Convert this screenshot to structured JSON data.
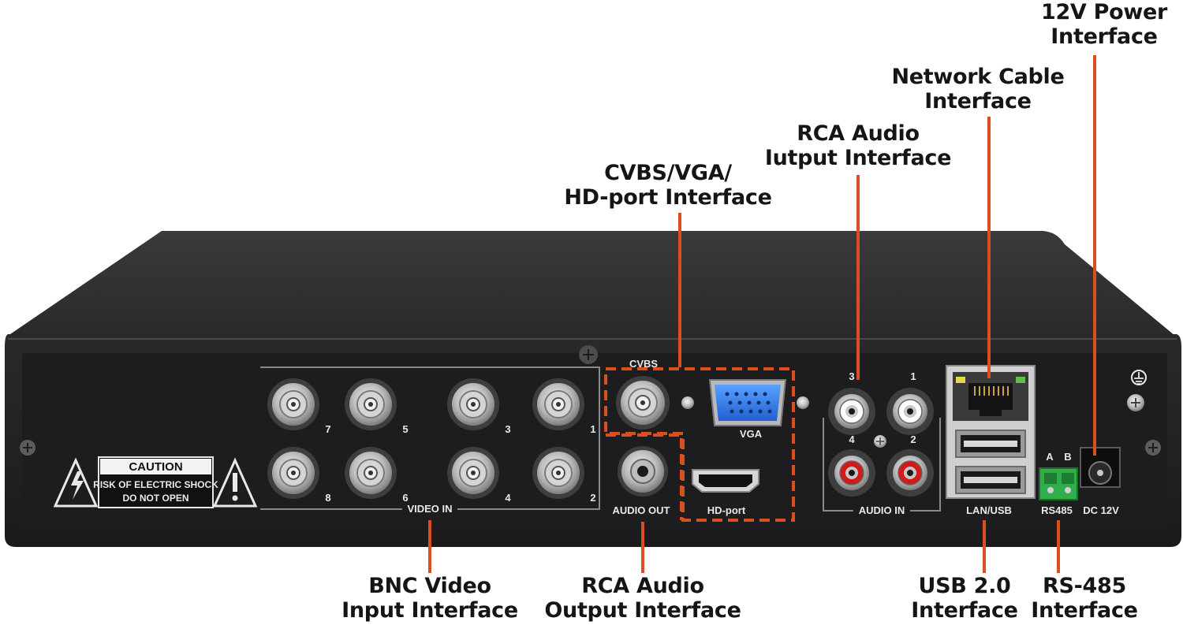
{
  "callouts": {
    "power": [
      "12V Power",
      "Interface"
    ],
    "network": [
      "Network Cable",
      "Interface"
    ],
    "rca_in": [
      "RCA Audio",
      "Iutput Interface"
    ],
    "video_out": [
      "CVBS/VGA/",
      "HD-port Interface"
    ],
    "bnc": [
      "BNC Video",
      "Input Interface"
    ],
    "rca_out": [
      "RCA Audio",
      "Output Interface"
    ],
    "usb": [
      "USB 2.0",
      "Interface"
    ],
    "rs485": [
      "RS-485",
      "Interface"
    ]
  },
  "panel_labels": {
    "cvbs": "CVBS",
    "vga": "VGA",
    "hdport": "HD-port",
    "video_in": "VIDEO IN",
    "audio_out": "AUDIO OUT",
    "audio_in": "AUDIO IN",
    "lan_usb": "LAN/USB",
    "rs485": "RS485",
    "dc": "DC 12V",
    "rs_a": "A",
    "rs_b": "B",
    "bnc_numbers": [
      "7",
      "5",
      "3",
      "1",
      "8",
      "6",
      "4",
      "2"
    ],
    "audio_numbers": [
      "3",
      "1",
      "4",
      "2"
    ]
  },
  "caution": {
    "title": "CAUTION",
    "line1": "RISK OF ELECTRIC SHOCK",
    "line2": "DO NOT OPEN"
  },
  "colors": {
    "callout_line": "#d9501e",
    "dashed_box": "#d9501e",
    "chassis": "#2b2b2d",
    "panel": "#1d1d1f",
    "text": "#151515"
  },
  "icons": [
    "lightning-warning-icon",
    "exclamation-warning-icon",
    "ground-symbol-icon"
  ]
}
